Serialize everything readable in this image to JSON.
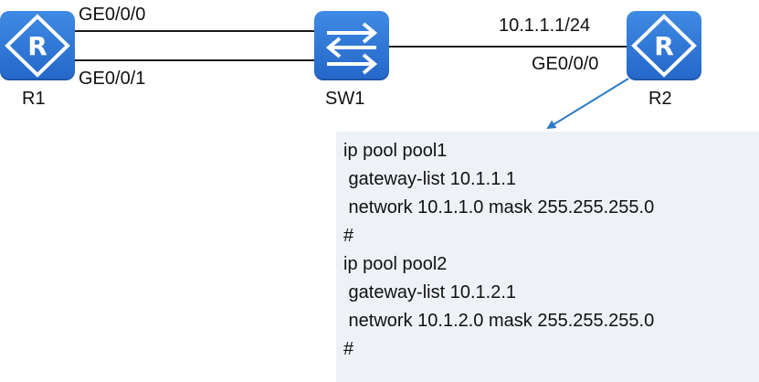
{
  "colors": {
    "device_blue": "#2d74d6",
    "link_line": "#1a1a1a",
    "arrow_blue": "#2b7bc6",
    "config_bg": "#eef1f5"
  },
  "devices": {
    "r1": {
      "name": "R1",
      "icon": "router-icon"
    },
    "sw1": {
      "name": "SW1",
      "icon": "switch-icon"
    },
    "r2": {
      "name": "R2",
      "icon": "router-icon"
    }
  },
  "interfaces": {
    "r1_top": "GE0/0/0",
    "r1_bottom": "GE0/0/1",
    "r2_ip": "10.1.1.1/24",
    "r2_port": "GE0/0/0"
  },
  "config": {
    "lines": [
      "ip pool pool1",
      " gateway-list 10.1.1.1",
      " network 10.1.1.0 mask 255.255.255.0",
      "#",
      "ip pool pool2",
      " gateway-list 10.1.2.1",
      " network 10.1.2.0 mask 255.255.255.0",
      "#"
    ]
  }
}
